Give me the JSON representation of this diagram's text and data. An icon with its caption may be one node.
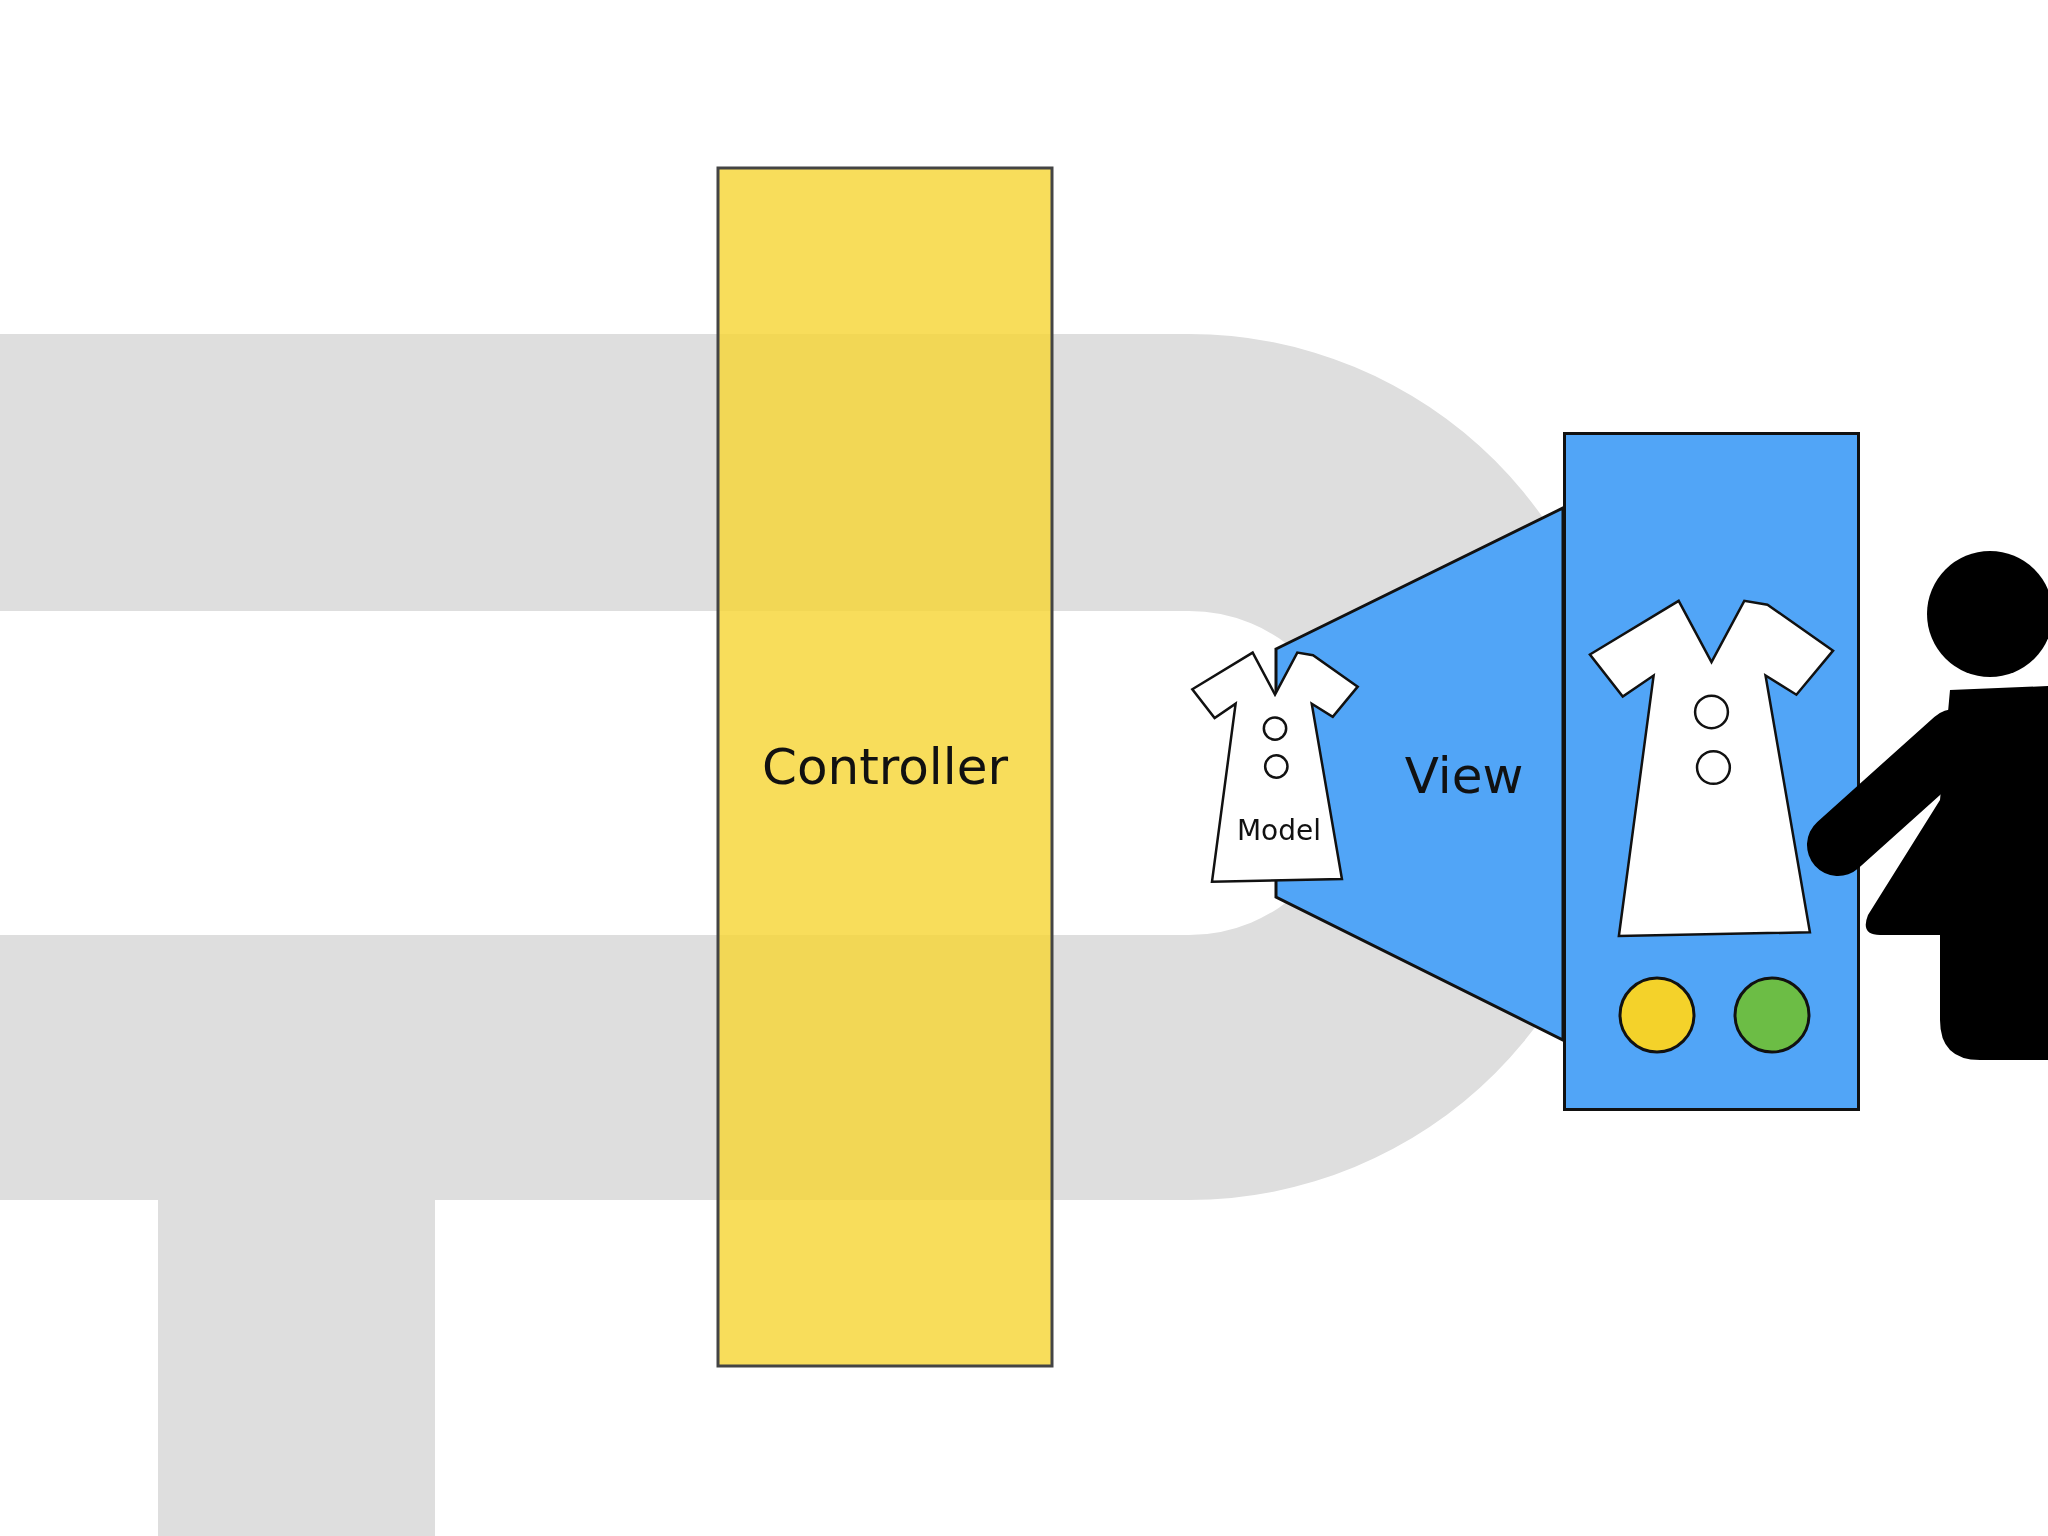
{
  "diagram": {
    "nodes": [
      {
        "text": [
          "Controller"
        ]
      },
      {
        "text": [
          "Model"
        ]
      },
      {
        "text": [
          "View"
        ]
      },
      {
        "text": [],
        "shape": "box"
      },
      {
        "text": [],
        "shape": "person"
      }
    ]
  }
}
